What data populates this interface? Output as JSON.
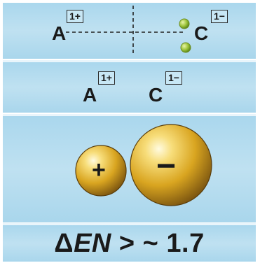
{
  "panel1": {
    "cation_symbol": "A",
    "cation_charge": "1+",
    "anion_symbol": "C",
    "anion_charge": "1−"
  },
  "panel2": {
    "cation_symbol": "A",
    "cation_charge": "1+",
    "anion_symbol": "C",
    "anion_charge": "1−"
  },
  "panel3": {
    "cation_sign": "+",
    "anion_sign": "−"
  },
  "formula": {
    "delta": "Δ",
    "en": "EN",
    "rest": " > ~ 1.7"
  },
  "colors": {
    "panel_blue": "#b3dcef",
    "electron_green": "#9dc43a",
    "sphere_gold": "#d9a520"
  }
}
